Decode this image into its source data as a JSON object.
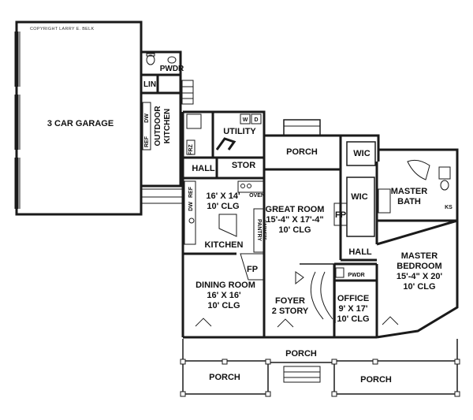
{
  "copyright": "COPYRIGHT LARRY E. BELK",
  "rooms": {
    "garage": "3 CAR GARAGE",
    "pwdr_top": "PWDR",
    "lin": "LIN",
    "outdoor_kitchen_1": "OUTDOOR",
    "outdoor_kitchen_2": "KITCHEN",
    "dw_outdoor": "DW",
    "ref_outdoor": "REF",
    "utility": "UTILITY",
    "frz": "FRZ",
    "w": "W",
    "d": "D",
    "hall_left": "HALL",
    "stor": "STOR",
    "kitchen_dim_1": "16' X 14'",
    "kitchen_dim_2": "10' CLG",
    "kitchen": "KITCHEN",
    "oven": "OVEN",
    "ref_kitchen": "REF",
    "dw_kitchen": "DW",
    "pantry_1": "PANTRY",
    "pantry_2": "CABINETS",
    "porch_back": "PORCH",
    "great_room": "GREAT ROOM",
    "great_room_dim": "15'-4\" X 17'-4\"",
    "great_room_clg": "10' CLG",
    "fp_great": "FP",
    "fp_dining": "FP",
    "dining_room": "DINING ROOM",
    "dining_dim": "16' X 16'",
    "dining_clg": "10' CLG",
    "foyer_1": "FOYER",
    "foyer_2": "2 STORY",
    "wic_top": "WIC",
    "wic_mid": "WIC",
    "master_bath_1": "MASTER",
    "master_bath_2": "BATH",
    "ks": "KS",
    "hall_right": "HALL",
    "pwdr_right": "PWDR",
    "office": "OFFICE",
    "office_dim": "9' X 17'",
    "office_clg": "10' CLG",
    "master_bedroom_1": "MASTER",
    "master_bedroom_2": "BEDROOM",
    "master_bedroom_dim": "15'-4\" X 20'",
    "master_bedroom_clg": "10' CLG",
    "porch_front": "PORCH",
    "porch_front_left": "PORCH",
    "porch_front_right": "PORCH"
  }
}
